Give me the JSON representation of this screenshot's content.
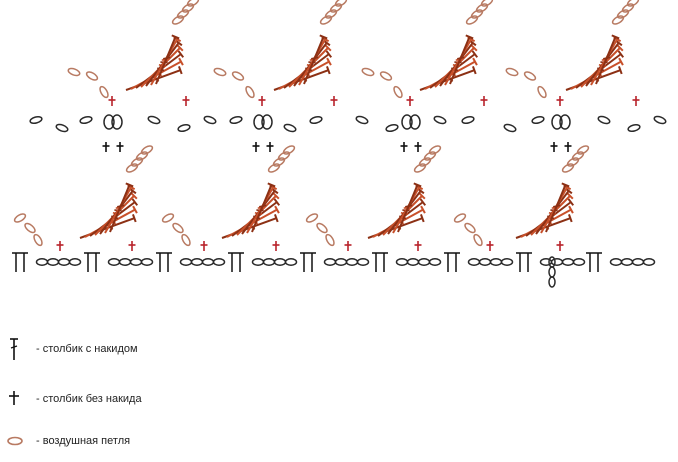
{
  "colors": {
    "dc_brown": "#8c3014",
    "dc_orange": "#c8502a",
    "sc_red": "#b8222a",
    "chain_dark": "#2a2a2a",
    "chain_tan": "#b87a62",
    "base_black": "#111111"
  },
  "legend": {
    "dc": {
      "icon": "dc-symbol-icon",
      "label": "- столбик с накидом"
    },
    "sc": {
      "icon": "sc-symbol-icon",
      "label": "- столбик без накида"
    },
    "ch": {
      "icon": "chain-symbol-icon",
      "label": "- воздушная петля"
    }
  }
}
